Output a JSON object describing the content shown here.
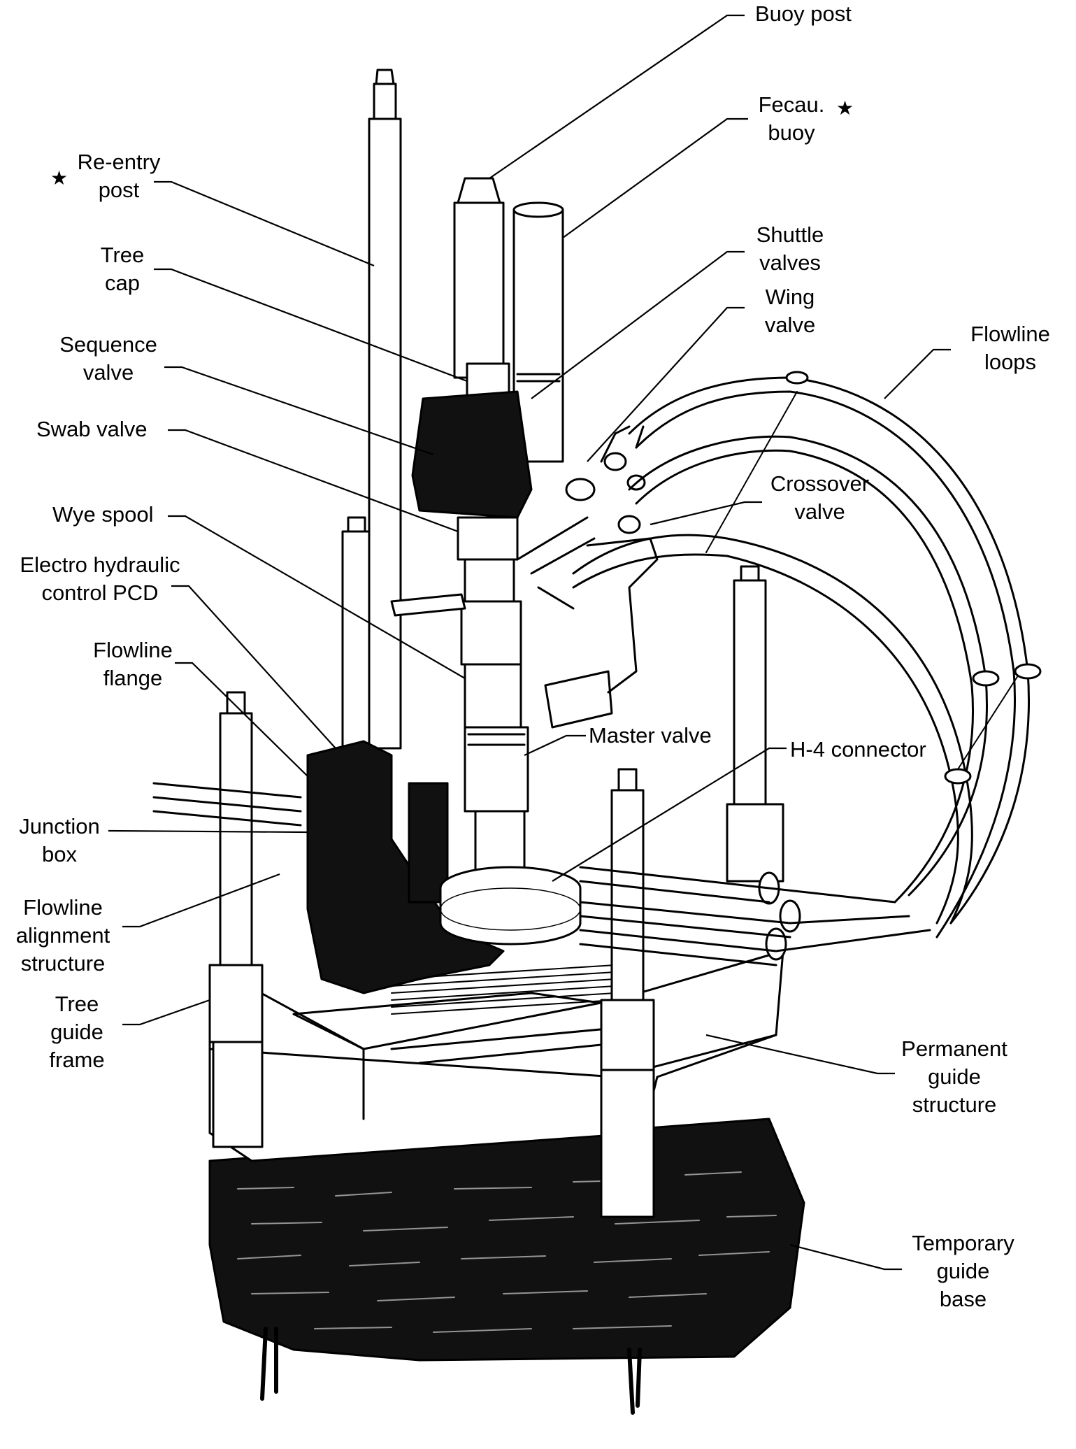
{
  "labels": {
    "buoy_post": [
      "Buoy post"
    ],
    "fecau_buoy": [
      "Fecau.",
      "buoy"
    ],
    "reentry_post": [
      "Re-entry",
      "post"
    ],
    "tree_cap": [
      "Tree",
      "cap"
    ],
    "shuttle_valves": [
      "Shuttle",
      "valves"
    ],
    "wing_valve": [
      "Wing",
      "valve"
    ],
    "flowline_loops": [
      "Flowline",
      "loops"
    ],
    "sequence_valve": [
      "Sequence",
      "valve"
    ],
    "swab_valve": [
      "Swab valve"
    ],
    "crossover_valve": [
      "Crossover",
      "valve"
    ],
    "wye_spool": [
      "Wye spool"
    ],
    "electro_hydraulic": [
      "Electro hydraulic",
      "control PCD"
    ],
    "flowline_flange": [
      "Flowline",
      "flange"
    ],
    "master_valve": [
      "Master valve"
    ],
    "h4_connector": [
      "H-4 connector"
    ],
    "junction_box": [
      "Junction",
      "box"
    ],
    "flowline_alignment": [
      "Flowline",
      "alignment",
      "structure"
    ],
    "tree_guide_frame": [
      "Tree",
      "guide",
      "frame"
    ],
    "permanent_guide": [
      "Permanent",
      "guide",
      "structure"
    ],
    "temporary_guide": [
      "Temporary",
      "guide",
      "base"
    ]
  },
  "markers": {
    "star": "★"
  },
  "colors": {
    "ink": "#000000",
    "paper": "#ffffff"
  }
}
